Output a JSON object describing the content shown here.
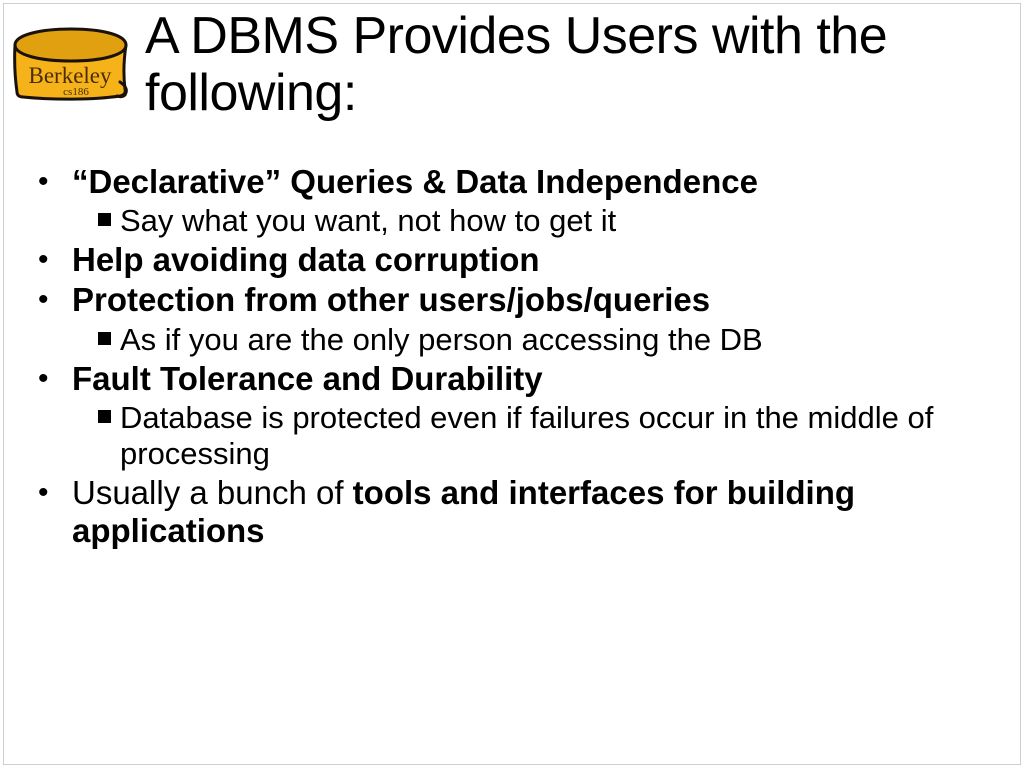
{
  "slide": {
    "title": "A DBMS Provides Users with the following:",
    "logo": {
      "name": "berkeley-cs186-database-logo",
      "brand_text": "Berkeley",
      "course_text": "cs186",
      "body_color": "#F5B319",
      "top_color": "#E0A010",
      "outline_color": "#1A1208",
      "text_color": "#4A2E08"
    },
    "bullets": [
      {
        "level": 1,
        "marker": "•",
        "marker_name": "round-bullet-icon",
        "text": "“Declarative” Queries & Data Independence",
        "weight": "bold"
      },
      {
        "level": 2,
        "marker": "▪",
        "marker_name": "square-bullet-icon",
        "text": "Say what you want, not how to get it",
        "weight": "normal"
      },
      {
        "level": 1,
        "marker": "•",
        "marker_name": "round-bullet-icon",
        "text": "Help avoiding data corruption",
        "weight": "bold"
      },
      {
        "level": 1,
        "marker": "•",
        "marker_name": "round-bullet-icon",
        "text": "Protection from other users/jobs/queries",
        "weight": "bold"
      },
      {
        "level": 2,
        "marker": "▪",
        "marker_name": "square-bullet-icon",
        "text": "As if you are the only person accessing the DB",
        "weight": "normal"
      },
      {
        "level": 1,
        "marker": "•",
        "marker_name": "round-bullet-icon",
        "text": "Fault Tolerance and Durability",
        "weight": "bold"
      },
      {
        "level": 2,
        "marker": "▪",
        "marker_name": "square-bullet-icon",
        "text": "Database is protected even if failures occur in the middle of processing",
        "weight": "normal"
      },
      {
        "level": 1,
        "marker": "•",
        "marker_name": "round-bullet-icon",
        "text_regular": "Usually a bunch of ",
        "text_bold": "tools and interfaces for building applications",
        "weight": "mixed"
      }
    ]
  }
}
